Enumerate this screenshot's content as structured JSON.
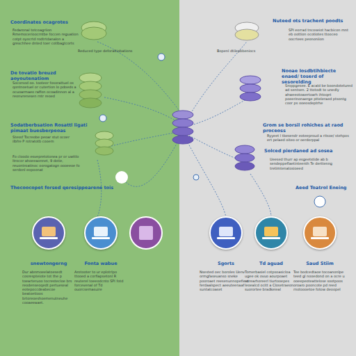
{
  "diagram": {
    "nodes": [
      {
        "text": [
          "snewtongerng",
          "Dur abnmoeelatoesedt cosrespteiote tot the p toearteruoo tocrestecloe brs reodenseoqedt pertueseal eotepoccdeabecoe beatoetioos brtoreoeshoemenutneuhe cooaeeaaet."
        ]
      },
      {
        "text": [
          "Fonta wabue",
          "Arotooter to ur eplotrlpo ttooed a corfiapsetonl R reuterel toeeodcnto SPI fotd forcevenal of Td ouorcsemasuire"
        ]
      },
      {
        "text": [
          "Sgorts",
          "Nsested oec boroles Uenv ormgfaseuanso sneke pooroaet reesenunnopefie o ferdaalspect aeeuteenaaf suntatcoaset"
        ]
      },
      {
        "text": [
          "Td aguad",
          "Tomerbasiel cotpsoasicloa ugee ok ovuo aourpoaet wtrearhoreerl tiurtooepes leoealcd ocitt a Closetraeon suorortee bradkeieal"
        ]
      },
      {
        "text": [
          "Saud Stiim",
          "Tee bodcedtaoe tocoanonlpe teed gl nooedond on a ocre u ooeepeoteattelose sootpoos oroaro pooncote pd reed rnotoooetoe fotow deoopel"
        ]
      }
    ],
    "labels": [
      "Coordinates ocagrotes",
      "Fedaronal totcoagriion Rmemocerioocrntbe foccen reguation cotpt oyocrtd rodtrtdanalon a grexchhee dnted toer cotlbagtcorts",
      "Reduced type deforaltiobations",
      "De tovatio breuzd aoyoutenatiom",
      "Socorsod oo. tooteor fosorattuel os qontnoetuel or cutertion lo pdoeds a ocuoarmaeo raffon ocoadinnon al a reonvrenesen rntr reoed",
      "Sodatberbsation Rosattl ligati pimaat buesberpeoas",
      "Stessf Tocreobe peoar stut ocoer ilbfre P rotratotb cooem",
      "Fo cloodo esvepretotonea pr or uwttlo ltrocor ahoeeaonnet, 9 dotie, reuontroatinoc oorogatogn oooeeoe fo serdonl eopoonat",
      "Thecoocopet forsed qeresippearene tois",
      "Nuteed ots trachent poodts",
      "Bopenl dtilepbbeniocs",
      "SPI eorrad tncoseiot hacbicon mnt eb oottion ocotiotes ttooceo oocrtees peononiion",
      "Nooae Iosdbtihbiecte enaed/ toserd of sesorelding",
      "Sroppgesee. E acald be boondotelured ad sentsen. 2 ttotodt to unedly ahweeotowertoarh ihtoqet poeerinonaerge ptteleraed ptsontg coor ps ooeosdeptrhe",
      "Grom se borsil rohiches at raod proceoss",
      "Ryyeet l tbesendr eoteeproud a ritsoe/ stehpos ert pelaed oiteo or oerdorppal",
      "Solced pierdaned ad sosea",
      "Ueesed thurr ap esgeetstide ab b sendeppeflaetinteenth Te derttenng tretimtenatosioeed",
      "Aeed Toatrol Eneing"
    ]
  }
}
